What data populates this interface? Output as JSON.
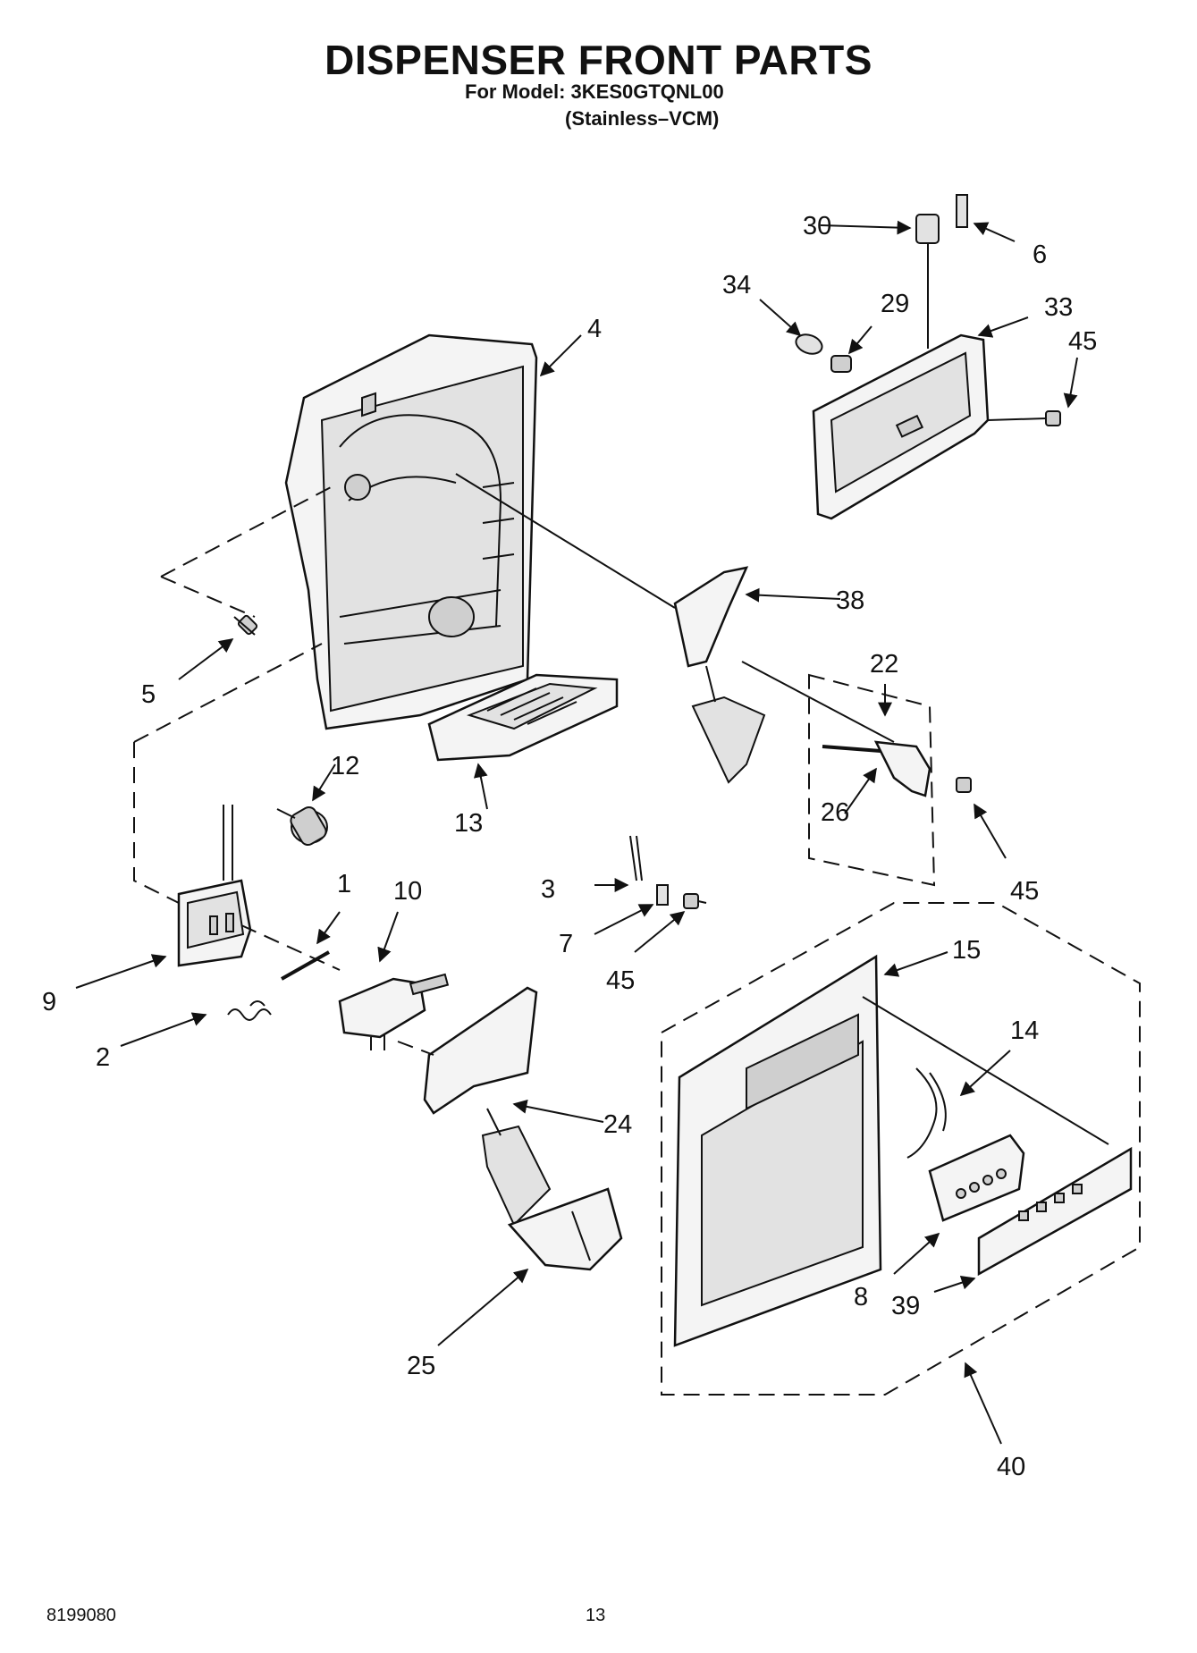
{
  "header": {
    "title": "DISPENSER FRONT PARTS",
    "model_line": "For Model: 3KES0GTQNL00",
    "variant_line": "(Stainless–VCM)"
  },
  "footer": {
    "doc_number": "8199080",
    "page_number": "13"
  },
  "callouts": {
    "c1": "1",
    "c2": "2",
    "c3": "3",
    "c4": "4",
    "c5": "5",
    "c6": "6",
    "c7": "7",
    "c8": "8",
    "c9": "9",
    "c10": "10",
    "c12": "12",
    "c13": "13",
    "c14": "14",
    "c15": "15",
    "c22": "22",
    "c24": "24",
    "c25": "25",
    "c26": "26",
    "c29": "29",
    "c30": "30",
    "c33": "33",
    "c34": "34",
    "c38": "38",
    "c39": "39",
    "c40": "40",
    "c45a": "45",
    "c45b": "45",
    "c45c": "45"
  }
}
